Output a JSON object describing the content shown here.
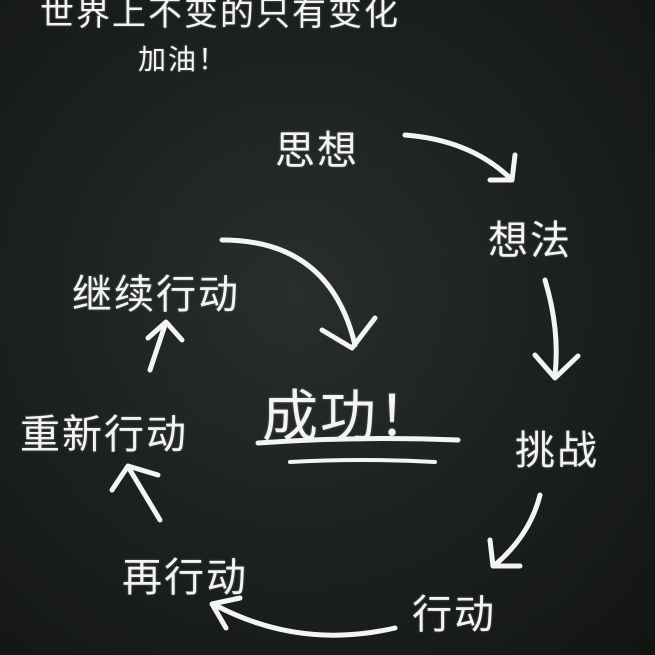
{
  "header": {
    "line1": "世界上不变的只有变化",
    "line2": "加油！"
  },
  "cycle": {
    "center": "成功！",
    "nodes": [
      "思想",
      "想法",
      "挑战",
      "行动",
      "再行动",
      "重新行动",
      "继续行动"
    ]
  },
  "colors": {
    "board": "#1c201d",
    "chalk": "#f4f4f4"
  }
}
